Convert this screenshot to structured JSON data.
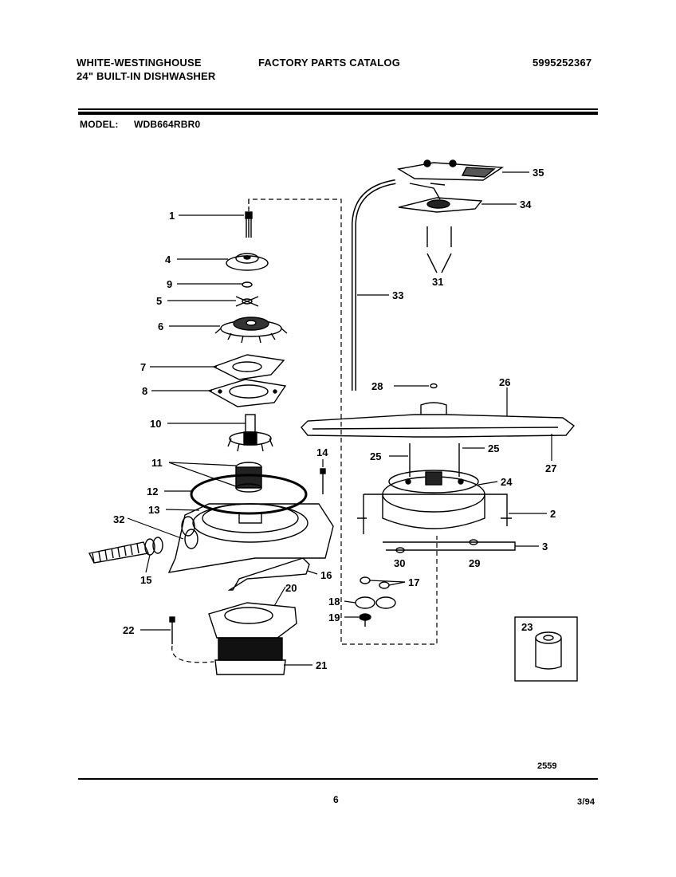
{
  "header": {
    "brand_line1": "WHITE-WESTINGHOUSE",
    "brand_line2": "24\" BUILT-IN DISHWASHER",
    "catalog_title": "FACTORY PARTS CATALOG",
    "catalog_number": "5995252367",
    "model_label": "MODEL:",
    "model_value": "WDB664RBR0"
  },
  "diagram": {
    "drawing_number": "2559",
    "parts": [
      {
        "id": "p1",
        "label": "1"
      },
      {
        "id": "p4",
        "label": "4"
      },
      {
        "id": "p9",
        "label": "9"
      },
      {
        "id": "p5",
        "label": "5"
      },
      {
        "id": "p6",
        "label": "6"
      },
      {
        "id": "p7",
        "label": "7"
      },
      {
        "id": "p8",
        "label": "8"
      },
      {
        "id": "p10",
        "label": "10"
      },
      {
        "id": "p11",
        "label": "11"
      },
      {
        "id": "p12",
        "label": "12"
      },
      {
        "id": "p13",
        "label": "13"
      },
      {
        "id": "p32",
        "label": "32"
      },
      {
        "id": "p15",
        "label": "15"
      },
      {
        "id": "p14",
        "label": "14"
      },
      {
        "id": "p16",
        "label": "16"
      },
      {
        "id": "p20",
        "label": "20"
      },
      {
        "id": "p22",
        "label": "22"
      },
      {
        "id": "p21",
        "label": "21"
      },
      {
        "id": "p35",
        "label": "35"
      },
      {
        "id": "p34",
        "label": "34"
      },
      {
        "id": "p31",
        "label": "31"
      },
      {
        "id": "p33",
        "label": "33"
      },
      {
        "id": "p28",
        "label": "28"
      },
      {
        "id": "p26",
        "label": "26"
      },
      {
        "id": "p27",
        "label": "27"
      },
      {
        "id": "p25a",
        "label": "25"
      },
      {
        "id": "p25b",
        "label": "25"
      },
      {
        "id": "p24",
        "label": "24"
      },
      {
        "id": "p2",
        "label": "2"
      },
      {
        "id": "p3",
        "label": "3"
      },
      {
        "id": "p30",
        "label": "30"
      },
      {
        "id": "p29",
        "label": "29"
      },
      {
        "id": "p17",
        "label": "17"
      },
      {
        "id": "p18",
        "label": "18"
      },
      {
        "id": "p19",
        "label": "19"
      },
      {
        "id": "p23",
        "label": "23"
      }
    ]
  },
  "footer": {
    "page_number": "6",
    "date": "3/94"
  }
}
